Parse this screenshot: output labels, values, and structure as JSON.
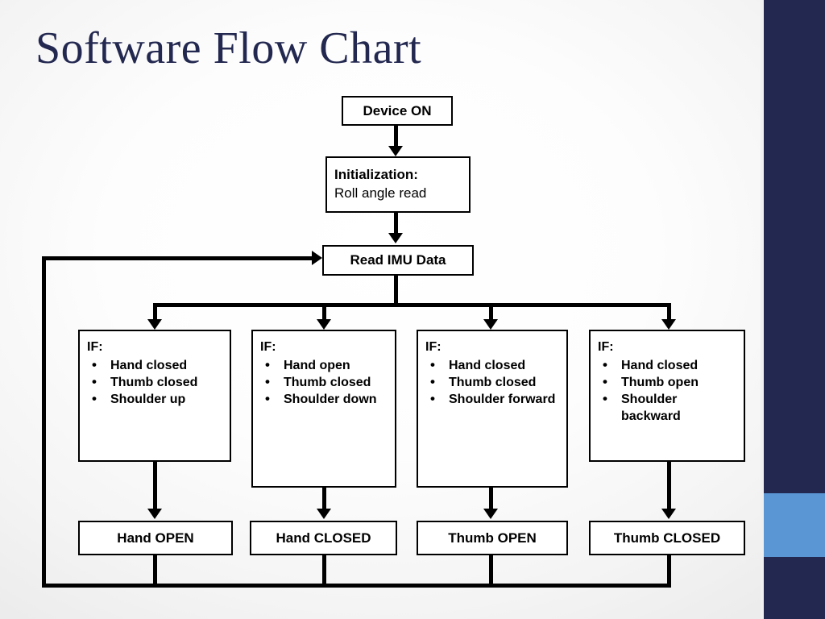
{
  "slide": {
    "title": "Software Flow Chart",
    "colors": {
      "title": "#232850",
      "sidebar_navy": "#232850",
      "sidebar_accent": "#5b96d4",
      "line": "#000000",
      "box_fill": "#ffffff"
    }
  },
  "flow": {
    "start": {
      "label": "Device ON"
    },
    "init": {
      "line1": "Initialization:",
      "line2": "Roll angle read"
    },
    "read": {
      "label": "Read IMU Data"
    },
    "conditions": [
      {
        "header": "IF:",
        "bullets": [
          "Hand closed",
          "Thumb closed",
          "Shoulder up"
        ],
        "output": "Hand OPEN"
      },
      {
        "header": "IF:",
        "bullets": [
          "Hand open",
          "Thumb closed",
          "Shoulder down"
        ],
        "output": "Hand CLOSED"
      },
      {
        "header": "IF:",
        "bullets": [
          "Hand closed",
          "Thumb closed",
          "Shoulder forward"
        ],
        "output": "Thumb OPEN"
      },
      {
        "header": "IF:",
        "bullets": [
          "Hand closed",
          "Thumb open",
          "Shoulder backward"
        ],
        "output": "Thumb CLOSED"
      }
    ]
  }
}
